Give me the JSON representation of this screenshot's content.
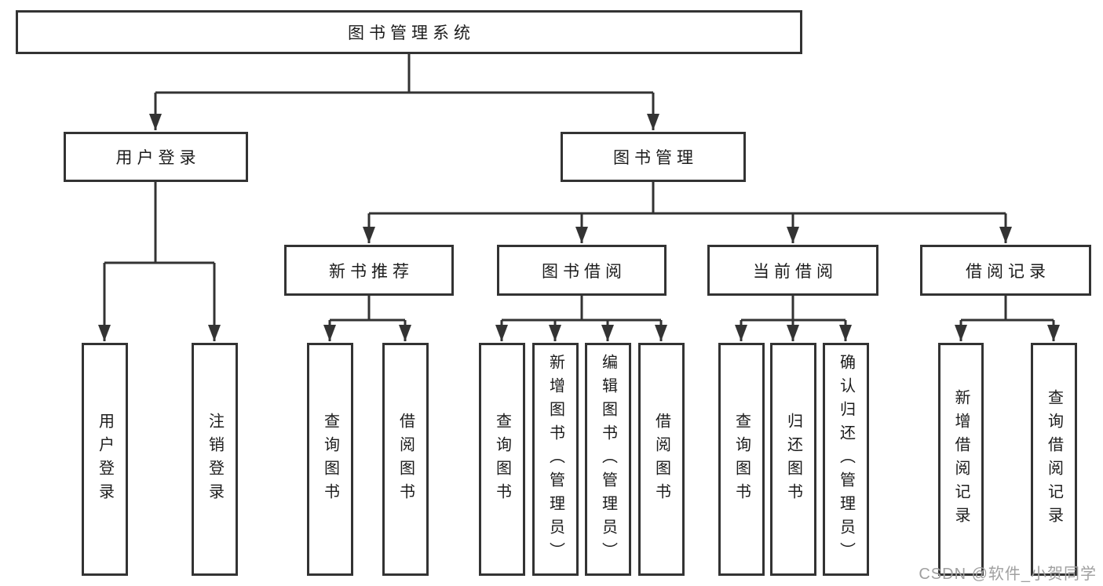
{
  "diagram_title": "图书管理系统",
  "colors": {
    "line": "#333333",
    "box_border": "#333333",
    "text": "#1c1c1c",
    "watermark": "#a0a0a0",
    "background": "#ffffff"
  },
  "nodes": {
    "root": "图书管理系统",
    "branches": [
      {
        "label": "用户登录",
        "children": [
          "用户登录",
          "注销登录"
        ]
      },
      {
        "label": "图书管理",
        "children": [
          {
            "label": "新书推荐",
            "children": [
              "查询图书",
              "借阅图书"
            ]
          },
          {
            "label": "图书借阅",
            "children": [
              "查询图书",
              "新增图书（管理员）",
              "编辑图书（管理员）",
              "借阅图书"
            ]
          },
          {
            "label": "当前借阅",
            "children": [
              "查询图书",
              "归还图书",
              "确认归还（管理员）"
            ]
          },
          {
            "label": "借阅记录",
            "children": [
              "新增借阅记录",
              "查询借阅记录"
            ]
          }
        ]
      }
    ]
  },
  "watermark": "CSDN @软件_小贺同学"
}
